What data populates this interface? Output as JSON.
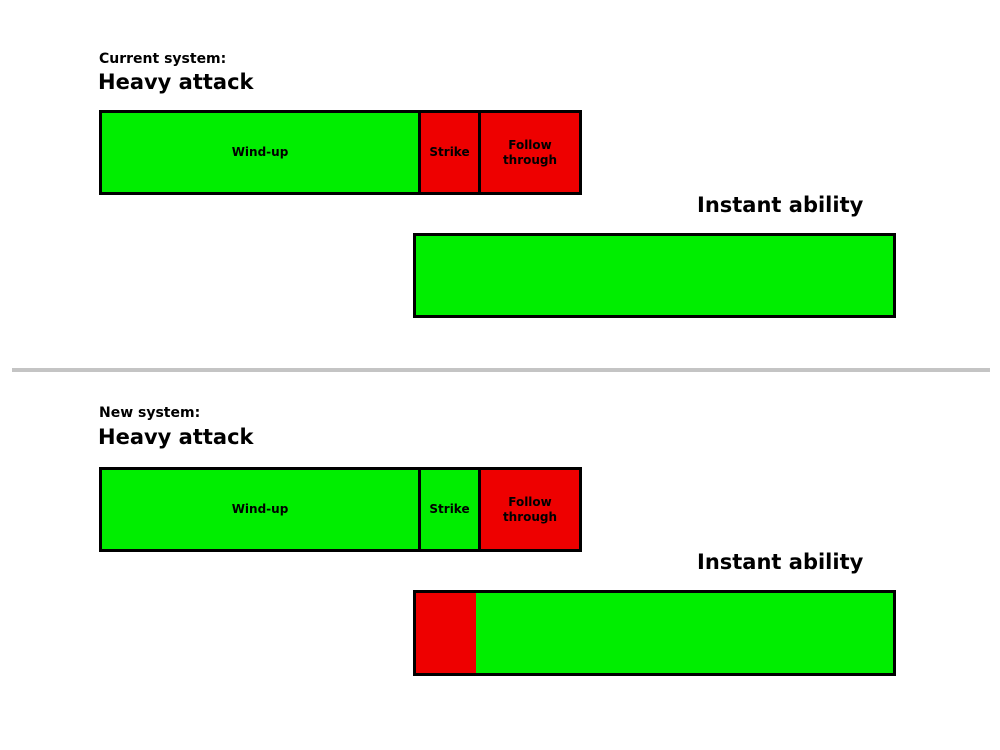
{
  "colors": {
    "safe": "#00ee00",
    "vulnerable": "#ee0000",
    "outline": "#000000",
    "divider": "#c4c4c4"
  },
  "current": {
    "section_label": "Current system:",
    "heavy_attack": {
      "title": "Heavy attack",
      "phases": [
        {
          "label": "Wind-up",
          "state": "safe"
        },
        {
          "label": "Strike",
          "state": "vulnerable"
        },
        {
          "label": "Follow through",
          "state": "vulnerable"
        }
      ]
    },
    "instant_ability": {
      "title": "Instant ability",
      "phases": [
        {
          "label": "",
          "state": "safe"
        }
      ]
    }
  },
  "new": {
    "section_label": "New system:",
    "heavy_attack": {
      "title": "Heavy attack",
      "phases": [
        {
          "label": "Wind-up",
          "state": "safe"
        },
        {
          "label": "Strike",
          "state": "safe"
        },
        {
          "label": "Follow through",
          "state": "vulnerable"
        }
      ]
    },
    "instant_ability": {
      "title": "Instant ability",
      "phases": [
        {
          "label": "",
          "state": "vulnerable"
        },
        {
          "label": "",
          "state": "safe"
        }
      ]
    }
  }
}
